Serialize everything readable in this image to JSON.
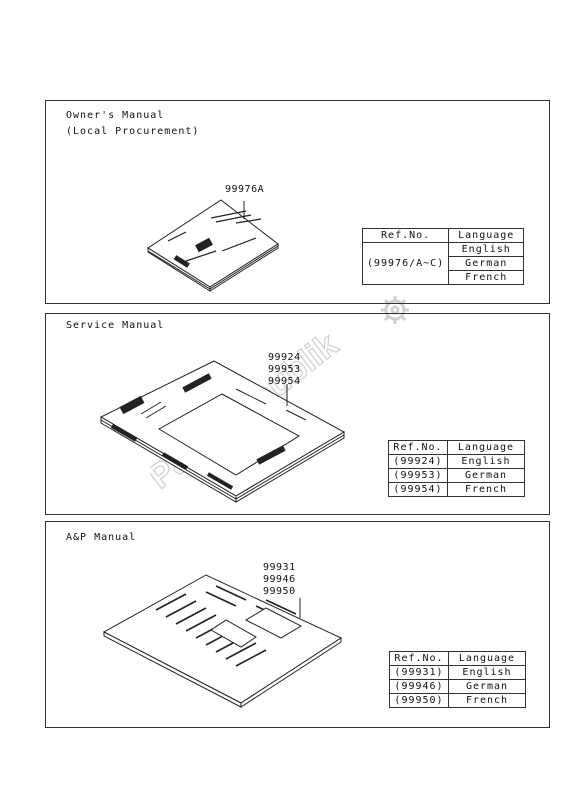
{
  "panels": [
    {
      "titles": [
        "Owner's Manual",
        "(Local Procurement)"
      ],
      "part_numbers": [
        "99976A"
      ],
      "table": {
        "headers": [
          "Ref.No.",
          "Language"
        ],
        "ref": "(99976/A~C)",
        "languages": [
          "English",
          "German",
          "French"
        ]
      }
    },
    {
      "titles": [
        "Service Manual"
      ],
      "part_numbers": [
        "99924",
        "99953",
        "99954"
      ],
      "table": {
        "headers": [
          "Ref.No.",
          "Language"
        ],
        "rows": [
          {
            "ref": "(99924)",
            "lang": "English"
          },
          {
            "ref": "(99953)",
            "lang": "German"
          },
          {
            "ref": "(99954)",
            "lang": "French"
          }
        ]
      }
    },
    {
      "titles": [
        "A&P Manual"
      ],
      "part_numbers": [
        "99931",
        "99946",
        "99950"
      ],
      "table": {
        "headers": [
          "Ref.No.",
          "Language"
        ],
        "rows": [
          {
            "ref": "(99931)",
            "lang": "English"
          },
          {
            "ref": "(99946)",
            "lang": "German"
          },
          {
            "ref": "(99950)",
            "lang": "French"
          }
        ]
      }
    }
  ],
  "watermark": "PartsRepublik"
}
